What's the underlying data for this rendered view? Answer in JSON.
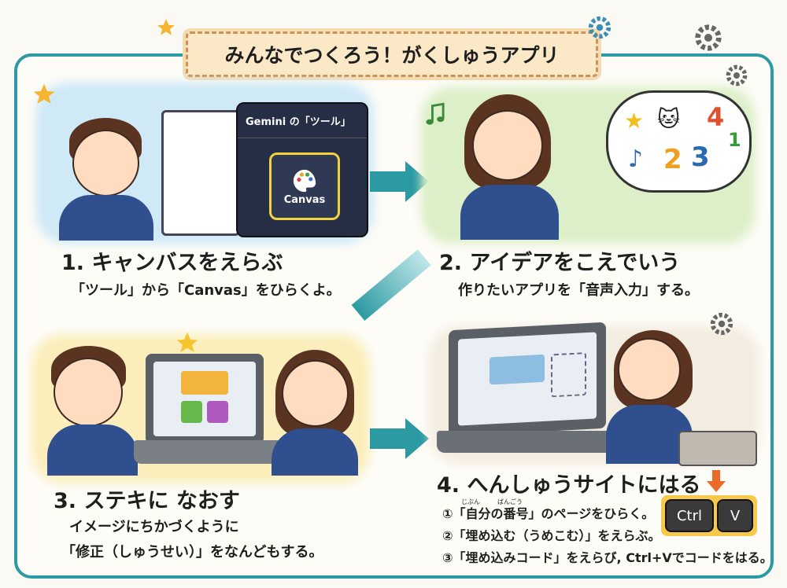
{
  "title": "みんなでつくろう！がくしゅうアプリ",
  "steps": [
    {
      "heading": "1. キャンバスをえらぶ",
      "lines": [
        "「ツール」から「Canvas」をひらくよ。"
      ]
    },
    {
      "heading": "2. アイデアをこえでいう",
      "lines": [
        "作りたいアプリを「音声入力」する。"
      ]
    },
    {
      "heading": "3. ステキに なおす",
      "lines": [
        "イメージにちかづくように",
        "「修正（しゅうせい）」をなんどもする。"
      ]
    },
    {
      "heading": "4. へんしゅうサイトにはる",
      "lines": [
        "①「自分の番号」のページをひらく。",
        "②「埋め込む（うめこむ）」をえらぶ。",
        "③「埋め込みコード」をえらび, Ctrl+Vでコードをはる。"
      ],
      "ruby": [
        "じぶん",
        "ばんごう"
      ]
    }
  ],
  "gemini_popup": {
    "title": "Gemini の「ツール」",
    "canvas_label": "Canvas"
  },
  "speech_bubble": {
    "items": [
      "★",
      "🐱",
      "4",
      "1",
      "♪",
      "2",
      "3"
    ]
  },
  "keys": {
    "ctrl": "Ctrl",
    "v": "V"
  },
  "colors": {
    "teal": "#2b9aa2",
    "banner": "#fbe8c6",
    "panel1": "#cfe9f7",
    "panel2": "#dcefc8",
    "panel3": "#fbeebb",
    "panel4": "#f3ece0"
  }
}
